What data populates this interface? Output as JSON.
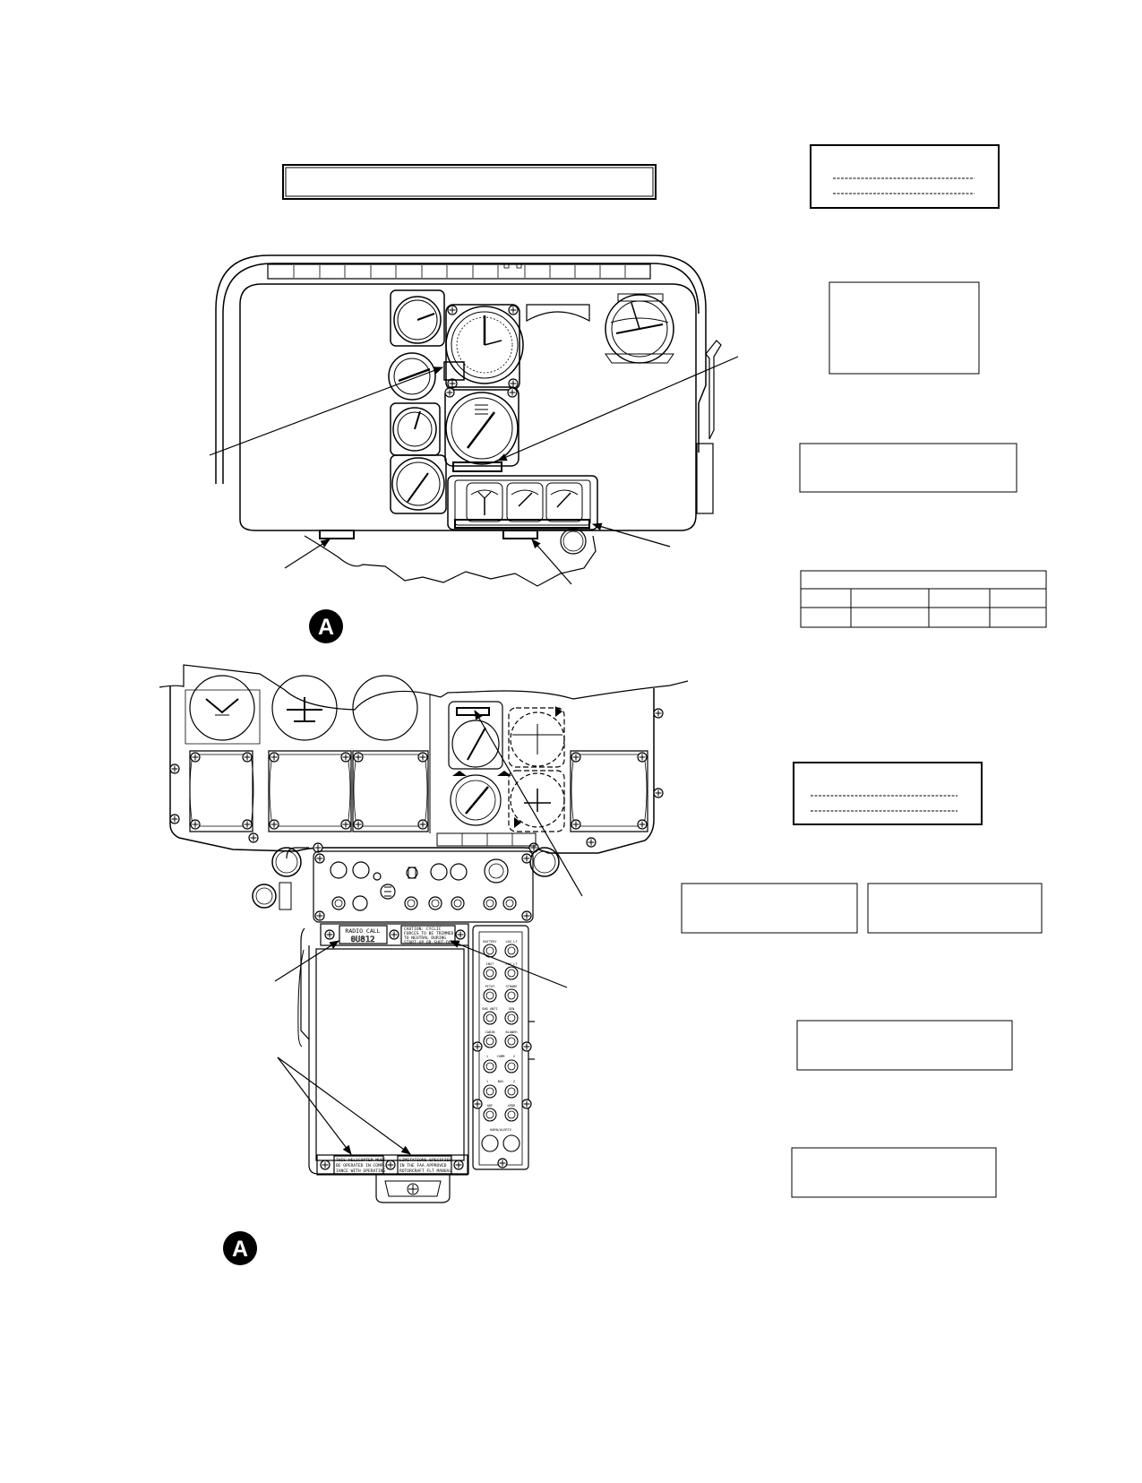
{
  "detail_marker": {
    "letter": "A"
  },
  "console_placards": {
    "radio_call_title": "RADIO CALL",
    "radio_call_value": "0U812",
    "caution_lines": [
      "CAUTION: CYCLIC",
      "FORCES TO BE TRIMMED",
      "TO NEUTRAL DURING",
      "START-UP OR SHUT-DOWN"
    ],
    "operating_lines": [
      "THIS HELICOPTER MUST",
      "BE OPERATED IN COMPL-",
      "IANCE WITH OPERATING"
    ],
    "limitations_lines": [
      "LIMITATIONS SPECIFIED",
      "IN THE FAA APPROVED",
      "ROTORCRAFT FLT MANUAL"
    ]
  },
  "switch_panel_labels": [
    "BATTERY",
    "LDG LT",
    "INST",
    "POS LT",
    "PITOT",
    "STROBE",
    "ENG ANTI",
    "GEN",
    "CABIN",
    "BLOWER",
    "1",
    "COMM",
    "2",
    "1",
    "NAV",
    "2",
    "ADF",
    "XPDR",
    "HORN/ALERTS"
  ]
}
